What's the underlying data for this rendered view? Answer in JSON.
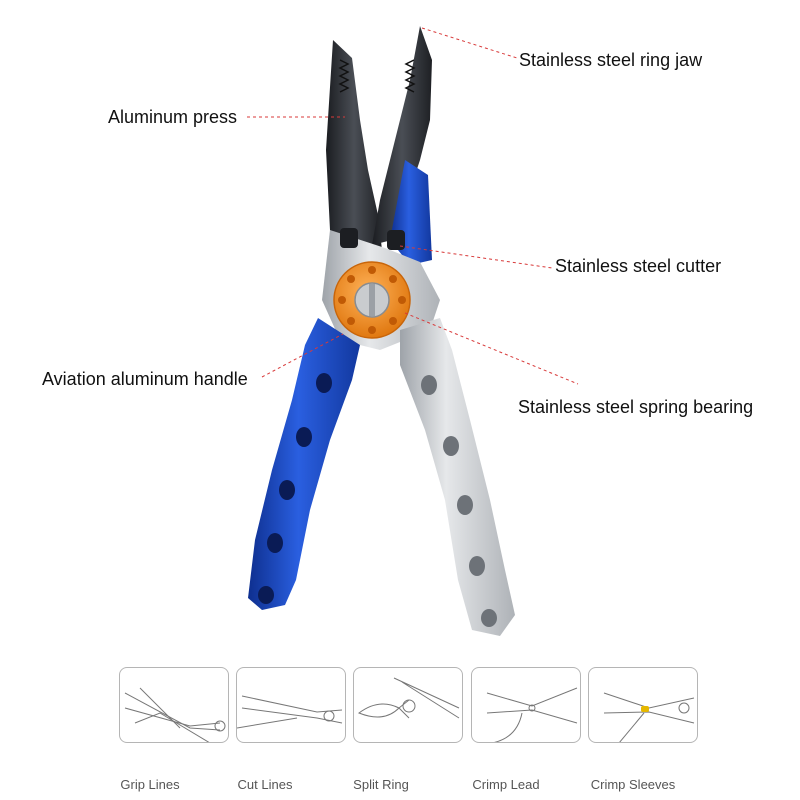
{
  "callouts": {
    "ring_jaw": "Stainless steel ring jaw",
    "aluminum_press": "Aluminum press",
    "cutter": "Stainless steel cutter",
    "handle": "Aviation aluminum handle",
    "spring_bearing": "Stainless steel spring bearing"
  },
  "uses": [
    {
      "label": "Grip Lines"
    },
    {
      "label": "Cut Lines"
    },
    {
      "label": "Split Ring"
    },
    {
      "label": "Crimp Lead"
    },
    {
      "label": "Crimp Sleeves"
    }
  ],
  "colors": {
    "blue_handle": "#1f4fc8",
    "silver_handle": "#cfd2d6",
    "jaw_black": "#2b2e33",
    "bearing_orange": "#f08a1c",
    "leader_red": "#d83a3a"
  }
}
